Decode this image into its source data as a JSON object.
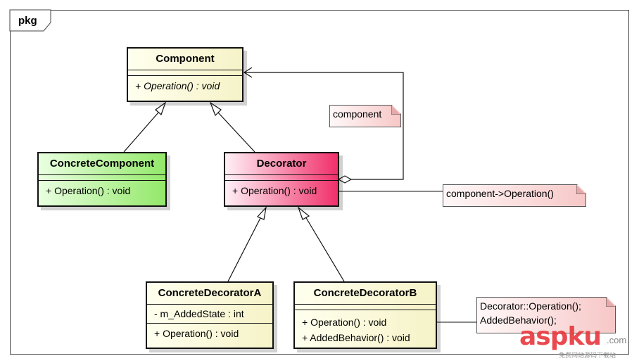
{
  "package": {
    "label": "pkg"
  },
  "classes": {
    "component": {
      "name": "Component",
      "op": "+ Operation() : void"
    },
    "concrete_component": {
      "name": "ConcreteComponent",
      "op": "+ Operation() : void"
    },
    "decorator": {
      "name": "Decorator",
      "op": "+ Operation() : void"
    },
    "concrete_decorator_a": {
      "name": "ConcreteDecoratorA",
      "attr": "- m_AddedState : int",
      "op": "+ Operation() : void"
    },
    "concrete_decorator_b": {
      "name": "ConcreteDecoratorB",
      "op1": "+ Operation() : void",
      "op2": "+ AddedBehavior() : void"
    }
  },
  "notes": {
    "component_role": "component",
    "decorator_op": "component->Operation()",
    "decorator_b_line1": "Decorator::Operation();",
    "decorator_b_line2": "AddedBehavior();"
  },
  "watermark": {
    "brand": "aspku",
    "suffix": ".com",
    "subtext": "免费网站源码下载站"
  },
  "colors": {
    "component": "#f6f3c8",
    "concrete_component": "#93e86a",
    "decorator": "#f0306a",
    "note": "#f7c7c7"
  }
}
